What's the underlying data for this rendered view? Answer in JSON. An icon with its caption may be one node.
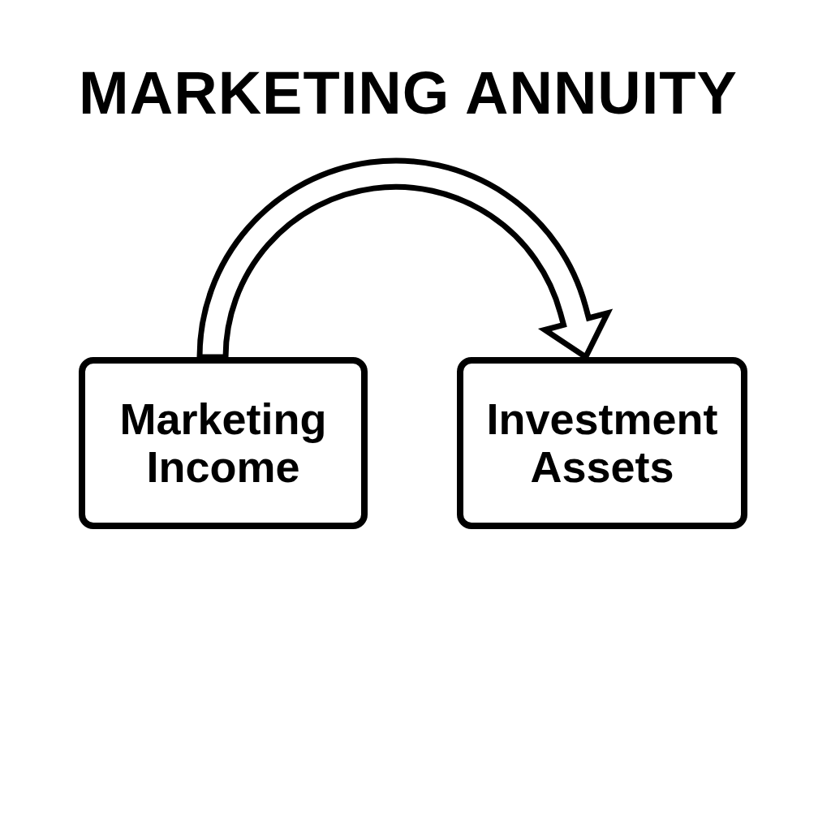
{
  "diagram": {
    "title": "MARKETING ANNUITY",
    "nodes": [
      {
        "text": [
          "Marketing Income"
        ]
      },
      {
        "text": [
          "Investment Assets"
        ]
      }
    ],
    "edges": [
      {
        "from": 0,
        "to": 1,
        "arrow": "to"
      }
    ]
  }
}
